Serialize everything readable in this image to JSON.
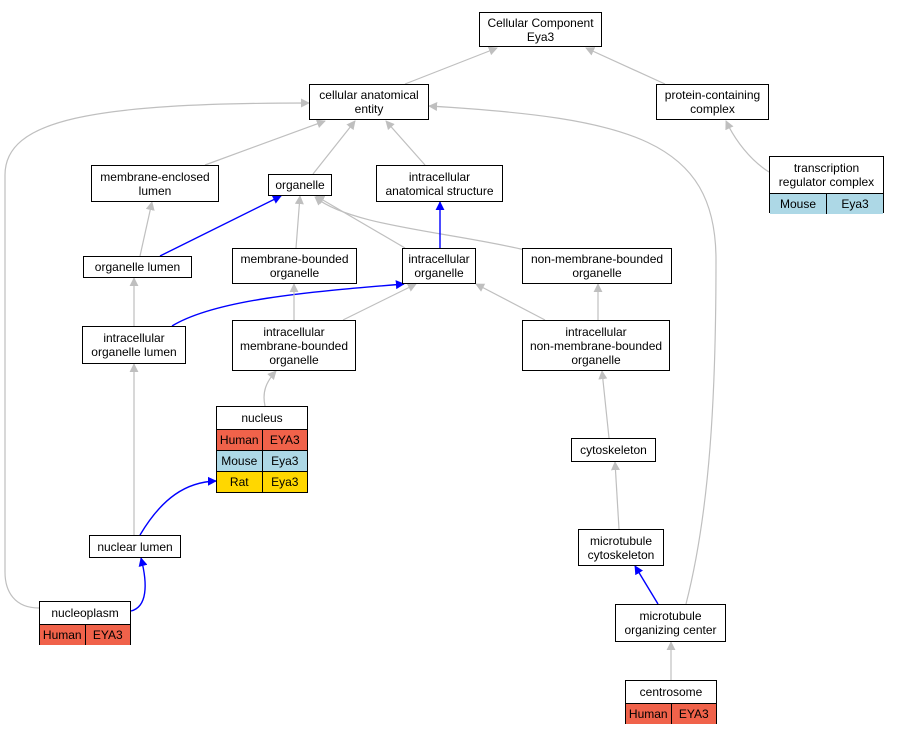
{
  "colors": {
    "edge": "#bfbfbf",
    "highlight": "#0000ff",
    "human": "#F0624A",
    "mouse": "#ADD8E6",
    "rat": "#FFD700"
  },
  "nodes": {
    "root": {
      "title": "Cellular Component\nEya3"
    },
    "cellular_anatomical_entity": {
      "title": "cellular anatomical\nentity"
    },
    "protein_containing_complex": {
      "title": "protein-containing\ncomplex"
    },
    "transcription_regulator_complex": {
      "title": "transcription\nregulator complex",
      "orthologs": [
        {
          "species": "Mouse",
          "gene": "Eya3"
        }
      ]
    },
    "membrane_enclosed_lumen": {
      "title": "membrane-enclosed\nlumen"
    },
    "organelle": {
      "title": "organelle"
    },
    "intracellular_anatomical_structure": {
      "title": "intracellular\nanatomical structure"
    },
    "organelle_lumen": {
      "title": "organelle lumen"
    },
    "membrane_bounded_organelle": {
      "title": "membrane-bounded\norganelle"
    },
    "intracellular_organelle": {
      "title": "intracellular\norganelle"
    },
    "non_membrane_bounded_organelle": {
      "title": "non-membrane-bounded\norganelle"
    },
    "intracellular_organelle_lumen": {
      "title": "intracellular\norganelle lumen"
    },
    "intracellular_membrane_bounded_organelle": {
      "title": "intracellular\nmembrane-bounded\norganelle"
    },
    "intracellular_non_membrane_bounded_organelle": {
      "title": "intracellular\nnon-membrane-bounded\norganelle"
    },
    "nucleus": {
      "title": "nucleus",
      "orthologs": [
        {
          "species": "Human",
          "gene": "EYA3"
        },
        {
          "species": "Mouse",
          "gene": "Eya3"
        },
        {
          "species": "Rat",
          "gene": "Eya3"
        }
      ]
    },
    "cytoskeleton": {
      "title": "cytoskeleton"
    },
    "nuclear_lumen": {
      "title": "nuclear lumen"
    },
    "microtubule_cytoskeleton": {
      "title": "microtubule\ncytoskeleton"
    },
    "nucleoplasm": {
      "title": "nucleoplasm",
      "orthologs": [
        {
          "species": "Human",
          "gene": "EYA3"
        }
      ]
    },
    "microtubule_organizing_center": {
      "title": "microtubule\norganizing center"
    },
    "centrosome": {
      "title": "centrosome",
      "orthologs": [
        {
          "species": "Human",
          "gene": "EYA3"
        }
      ]
    }
  },
  "edges": [
    {
      "from": "cellular_anatomical_entity",
      "to": "root",
      "rel": "is_a"
    },
    {
      "from": "protein_containing_complex",
      "to": "root",
      "rel": "is_a"
    },
    {
      "from": "transcription_regulator_complex",
      "to": "protein_containing_complex",
      "rel": "is_a"
    },
    {
      "from": "membrane_enclosed_lumen",
      "to": "cellular_anatomical_entity",
      "rel": "is_a"
    },
    {
      "from": "organelle",
      "to": "cellular_anatomical_entity",
      "rel": "is_a"
    },
    {
      "from": "intracellular_anatomical_structure",
      "to": "cellular_anatomical_entity",
      "rel": "is_a"
    },
    {
      "from": "nucleoplasm",
      "to": "cellular_anatomical_entity",
      "rel": "is_a"
    },
    {
      "from": "microtubule_organizing_center",
      "to": "cellular_anatomical_entity",
      "rel": "is_a"
    },
    {
      "from": "organelle_lumen",
      "to": "membrane_enclosed_lumen",
      "rel": "is_a"
    },
    {
      "from": "organelle_lumen",
      "to": "organelle",
      "rel": "part_of"
    },
    {
      "from": "membrane_bounded_organelle",
      "to": "organelle",
      "rel": "is_a"
    },
    {
      "from": "intracellular_organelle",
      "to": "organelle",
      "rel": "is_a"
    },
    {
      "from": "non_membrane_bounded_organelle",
      "to": "organelle",
      "rel": "is_a"
    },
    {
      "from": "intracellular_organelle",
      "to": "intracellular_anatomical_structure",
      "rel": "part_of"
    },
    {
      "from": "intracellular_organelle_lumen",
      "to": "organelle_lumen",
      "rel": "is_a"
    },
    {
      "from": "intracellular_organelle_lumen",
      "to": "intracellular_organelle",
      "rel": "part_of"
    },
    {
      "from": "intracellular_membrane_bounded_organelle",
      "to": "membrane_bounded_organelle",
      "rel": "is_a"
    },
    {
      "from": "intracellular_membrane_bounded_organelle",
      "to": "intracellular_organelle",
      "rel": "is_a"
    },
    {
      "from": "intracellular_non_membrane_bounded_organelle",
      "to": "intracellular_organelle",
      "rel": "is_a"
    },
    {
      "from": "intracellular_non_membrane_bounded_organelle",
      "to": "non_membrane_bounded_organelle",
      "rel": "is_a"
    },
    {
      "from": "nucleus",
      "to": "intracellular_membrane_bounded_organelle",
      "rel": "is_a"
    },
    {
      "from": "cytoskeleton",
      "to": "intracellular_non_membrane_bounded_organelle",
      "rel": "is_a"
    },
    {
      "from": "nuclear_lumen",
      "to": "intracellular_organelle_lumen",
      "rel": "is_a"
    },
    {
      "from": "nuclear_lumen",
      "to": "nucleus",
      "rel": "part_of"
    },
    {
      "from": "microtubule_cytoskeleton",
      "to": "cytoskeleton",
      "rel": "is_a"
    },
    {
      "from": "nucleoplasm",
      "to": "nuclear_lumen",
      "rel": "part_of"
    },
    {
      "from": "microtubule_organizing_center",
      "to": "microtubule_cytoskeleton",
      "rel": "part_of"
    },
    {
      "from": "centrosome",
      "to": "microtubule_organizing_center",
      "rel": "is_a"
    }
  ]
}
